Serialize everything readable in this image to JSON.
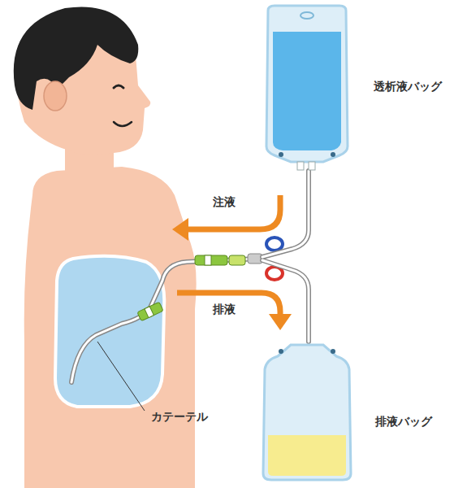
{
  "diagram": {
    "nodes": [
      {
        "text": [
          "透析液バッグ"
        ]
      },
      {
        "text": [
          "排液バッグ"
        ]
      }
    ],
    "edges": [
      {
        "from": 0,
        "to": 1,
        "arrow": "none"
      }
    ],
    "labels": [
      "注液",
      "排液",
      "カテーテル"
    ]
  }
}
